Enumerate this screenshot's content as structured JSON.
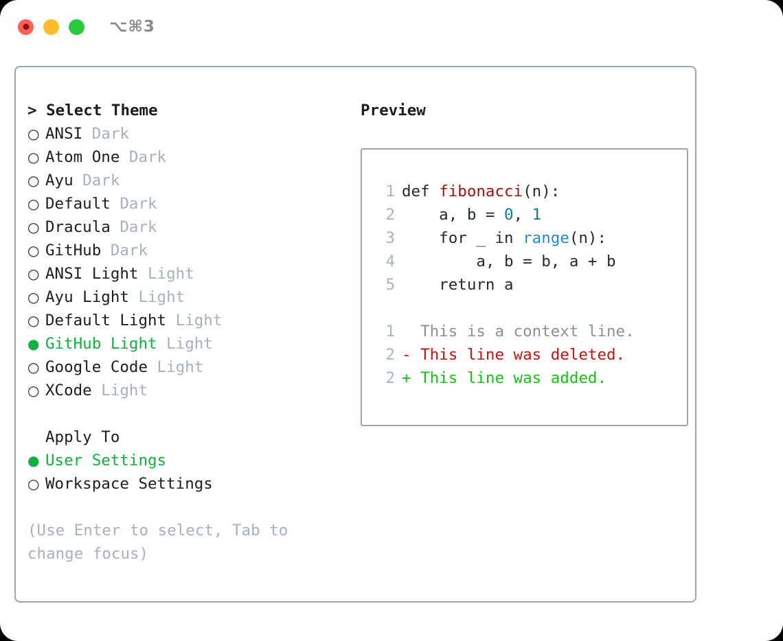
{
  "window": {
    "shortcut_label": "⌥⌘3",
    "traffic_lights": [
      {
        "name": "close",
        "color": "#fc6058"
      },
      {
        "name": "minimize",
        "color": "#fdbc2c"
      },
      {
        "name": "maximize",
        "color": "#2bc940"
      }
    ]
  },
  "theme_list": {
    "heading": "> Select Theme",
    "items": [
      {
        "marker": "○",
        "name": "ANSI",
        "tag": " Dark",
        "selected": false
      },
      {
        "marker": "○",
        "name": "Atom One",
        "tag": " Dark",
        "selected": false
      },
      {
        "marker": "○",
        "name": "Ayu",
        "tag": " Dark",
        "selected": false
      },
      {
        "marker": "○",
        "name": "Default",
        "tag": " Dark",
        "selected": false
      },
      {
        "marker": "○",
        "name": "Dracula",
        "tag": " Dark",
        "selected": false
      },
      {
        "marker": "○",
        "name": "GitHub",
        "tag": " Dark",
        "selected": false
      },
      {
        "marker": "○",
        "name": "ANSI Light",
        "tag": " Light",
        "selected": false
      },
      {
        "marker": "○",
        "name": "Ayu Light",
        "tag": " Light",
        "selected": false
      },
      {
        "marker": "○",
        "name": "Default Light",
        "tag": " Light",
        "selected": false
      },
      {
        "marker": "●",
        "name": "GitHub Light",
        "tag": " Light",
        "selected": true
      },
      {
        "marker": "○",
        "name": "Google Code",
        "tag": " Light",
        "selected": false
      },
      {
        "marker": "○",
        "name": "XCode",
        "tag": " Light",
        "selected": false
      }
    ]
  },
  "apply_to": {
    "heading": "Apply To",
    "items": [
      {
        "marker": "●",
        "name": "User Settings",
        "selected": true
      },
      {
        "marker": "○",
        "name": "Workspace Settings",
        "selected": false
      }
    ]
  },
  "hint": "(Use Enter to select, Tab to change focus)",
  "preview": {
    "heading": "Preview",
    "code_lines": [
      {
        "number": "1",
        "tokens": [
          {
            "text": "def ",
            "style": "plain"
          },
          {
            "text": "fibonacci",
            "style": "fn"
          },
          {
            "text": "(n):",
            "style": "plain"
          }
        ]
      },
      {
        "number": "2",
        "tokens": [
          {
            "text": "    a, b = ",
            "style": "plain"
          },
          {
            "text": "0",
            "style": "num"
          },
          {
            "text": ", ",
            "style": "plain"
          },
          {
            "text": "1",
            "style": "num"
          }
        ]
      },
      {
        "number": "3",
        "tokens": [
          {
            "text": "    for _ in ",
            "style": "plain"
          },
          {
            "text": "range",
            "style": "blue"
          },
          {
            "text": "(n):",
            "style": "plain"
          }
        ]
      },
      {
        "number": "4",
        "tokens": [
          {
            "text": "        a, b = b, a + b",
            "style": "plain"
          }
        ]
      },
      {
        "number": "5",
        "tokens": [
          {
            "text": "    return a",
            "style": "plain"
          }
        ]
      }
    ],
    "diff_lines": [
      {
        "number": "1",
        "sign": " ",
        "text": " This is a context line.",
        "kind": "context"
      },
      {
        "number": "2",
        "sign": "-",
        "text": " This line was deleted.",
        "kind": "deleted"
      },
      {
        "number": "2",
        "sign": "+",
        "text": " This line was added.",
        "kind": "added"
      }
    ]
  },
  "colors": {
    "accent_green": "#10b13f",
    "muted_gray": "#a7b0bd",
    "border": "#9aa5b4",
    "code_function": "#a4110f",
    "code_number": "#0b8080",
    "code_builtin": "#1f8ecd",
    "diff_deleted": "#cc1111",
    "diff_added": "#11c611",
    "line_number": "#a7b4c4"
  }
}
